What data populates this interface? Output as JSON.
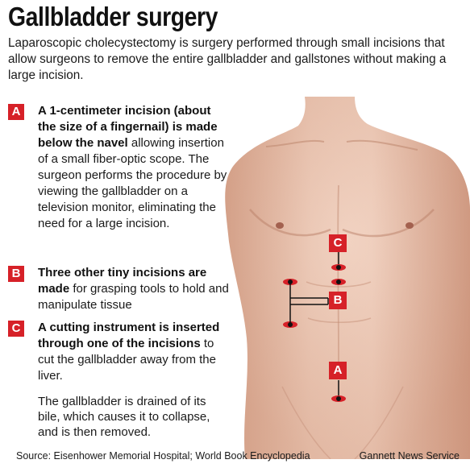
{
  "title": "Gallbladder surgery",
  "intro": "Laparoscopic cholecystectomy is surgery performed through small incisions that allow surgeons to remove the entire gallbladder and gallstones without making a large incision.",
  "steps": [
    {
      "letter": "A",
      "bold": "A 1-centimeter incision (about the size of a fingernail) is made below the navel",
      "rest": " allowing insertion of a small fiber-optic scope. The surgeon performs the procedure by viewing the gallbladder on a television monitor, eliminating the need for a large incision."
    },
    {
      "letter": "B",
      "bold": "Three other tiny incisions are made",
      "rest": " for grasping tools to hold and manipulate tissue"
    },
    {
      "letter": "C",
      "bold": "A cutting instrument is inserted through one of the incisions",
      "rest": " to cut the gallbladder away from the liver."
    }
  ],
  "note": "The gallbladder is drained of its bile, which causes it to collapse, and is then removed.",
  "markers": {
    "a": "A",
    "b": "B",
    "c": "C"
  },
  "source": "Source: Eisenhower Memorial Hospital; World Book Encyclopedia",
  "credit": "Gannett News Service",
  "colors": {
    "badge": "#d62128",
    "skin": "#e2b29a"
  }
}
